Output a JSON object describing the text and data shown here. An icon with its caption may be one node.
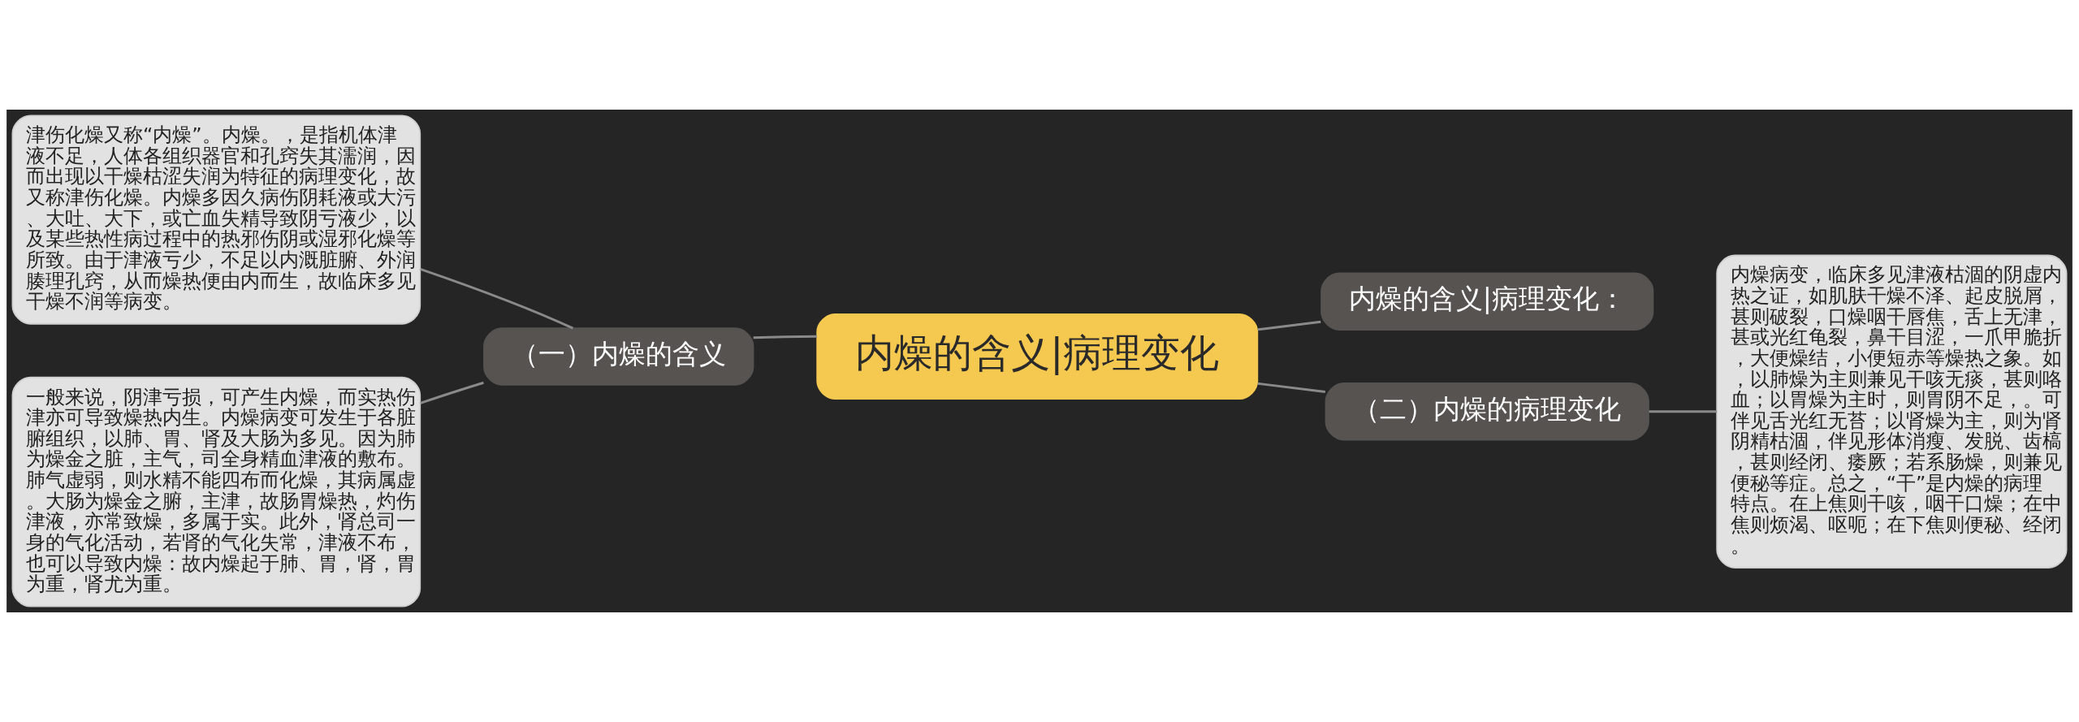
{
  "diagram": {
    "nodes": [
      {
        "text": [
          "内燥的含义|病理变化"
        ]
      },
      {
        "text": [
          "（一）内燥的含义"
        ]
      },
      {
        "text": [
          "津伤化燥又称“内燥”。内燥。，是指机体津液不足，人体各组织器官和孔窍失其濡润，因而出现以干燥枯涩失润为特征的病理变化，故又称津伤化燥。内燥多因久病伤阴耗液或大污、大吐、大下，或亡血失精导致阴亏液少，以及某些热性病过程中的热邪伤阴或湿邪化燥等所致。由于津液亏少，不足以内溉脏腑、外润腠理孔窍，从而燥热便由内而生，故临床多见干燥不润等病变。"
        ]
      },
      {
        "text": [
          "一般来说，阴津亏损，可产生内燥，而实热伤津亦可导致燥热内生。内燥病变可发生于各脏腑组织，以肺、胃、肾及大肠为多见。因为肺为燥金之脏，主气，司全身精血津液的敷布。肺气虚弱，则水精不能四布而化燥，其病属虚。大肠为燥金之腑，主津，故肠胃燥热，灼伤津液，亦常致燥，多属于实。此外，肾总司一身的气化活动，若肾的气化失常，津液不布，也可以导致内燥：故内燥起于肺、胃，肾，胃为重，肾尤为重。"
        ]
      },
      {
        "text": [
          "内燥的含义|病理变化："
        ]
      },
      {
        "text": [
          "（二）内燥的病理变化"
        ]
      },
      {
        "text": [
          "内燥病变，临床多见津液枯涸的阴虚内热之证，如肌肤干燥不泽、起皮脱屑，甚则破裂，口燥咽干唇焦，舌上无津，甚或光红龟裂，鼻干目涩，一爪甲脆折，大便燥结，小便短赤等燥热之象。如，以肺燥为主则兼见干咳无痰，甚则咯血；以胃燥为主时，则胃阴不足，。可伴见舌光红无苔；以肾燥为主，则为肾阴精枯涸，伴见形体消瘦、发脱、齿槁，甚则经闭、痿厥；若系肠燥，则兼见便秘等症。总之，“干”是内燥的病理特点。在上焦则干咳，咽干口燥；在中焦则烦渴、呕呃；在下焦则便秘、经闭。"
        ]
      }
    ],
    "edges": [
      {
        "from": 0,
        "to": 1,
        "arrow": "none"
      },
      {
        "from": 1,
        "to": 2,
        "arrow": "none"
      },
      {
        "from": 1,
        "to": 3,
        "arrow": "none"
      },
      {
        "from": 0,
        "to": 4,
        "arrow": "none"
      },
      {
        "from": 0,
        "to": 5,
        "arrow": "none"
      },
      {
        "from": 5,
        "to": 6,
        "arrow": "none"
      }
    ]
  }
}
